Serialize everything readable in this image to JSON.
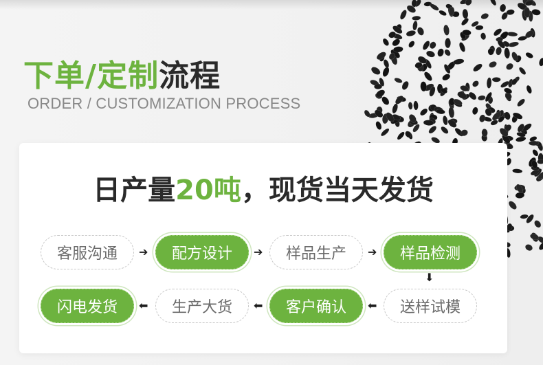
{
  "title": {
    "part_green": "下单/定制",
    "part_dark": "流程"
  },
  "subtitle": "ORDER / CUSTOMIZATION PROCESS",
  "headline": {
    "before": "日产量",
    "highlight": "20吨",
    "after": "，现货当天发货"
  },
  "steps": [
    {
      "label": "客服沟通",
      "style": "outline"
    },
    {
      "label": "配方设计",
      "style": "filled"
    },
    {
      "label": "样品生产",
      "style": "outline"
    },
    {
      "label": "样品检测",
      "style": "filled"
    },
    {
      "label": "送样试模",
      "style": "outline"
    },
    {
      "label": "客户确认",
      "style": "filled"
    },
    {
      "label": "生产大货",
      "style": "outline"
    },
    {
      "label": "闪电发货",
      "style": "filled"
    }
  ],
  "colors": {
    "accent_green": "#6db33f",
    "dark_text": "#2a2a2a",
    "muted_text": "#888888"
  },
  "icons": {
    "arrow_right": "➔",
    "arrow_left": "⬅",
    "arrow_down": "⬇"
  }
}
